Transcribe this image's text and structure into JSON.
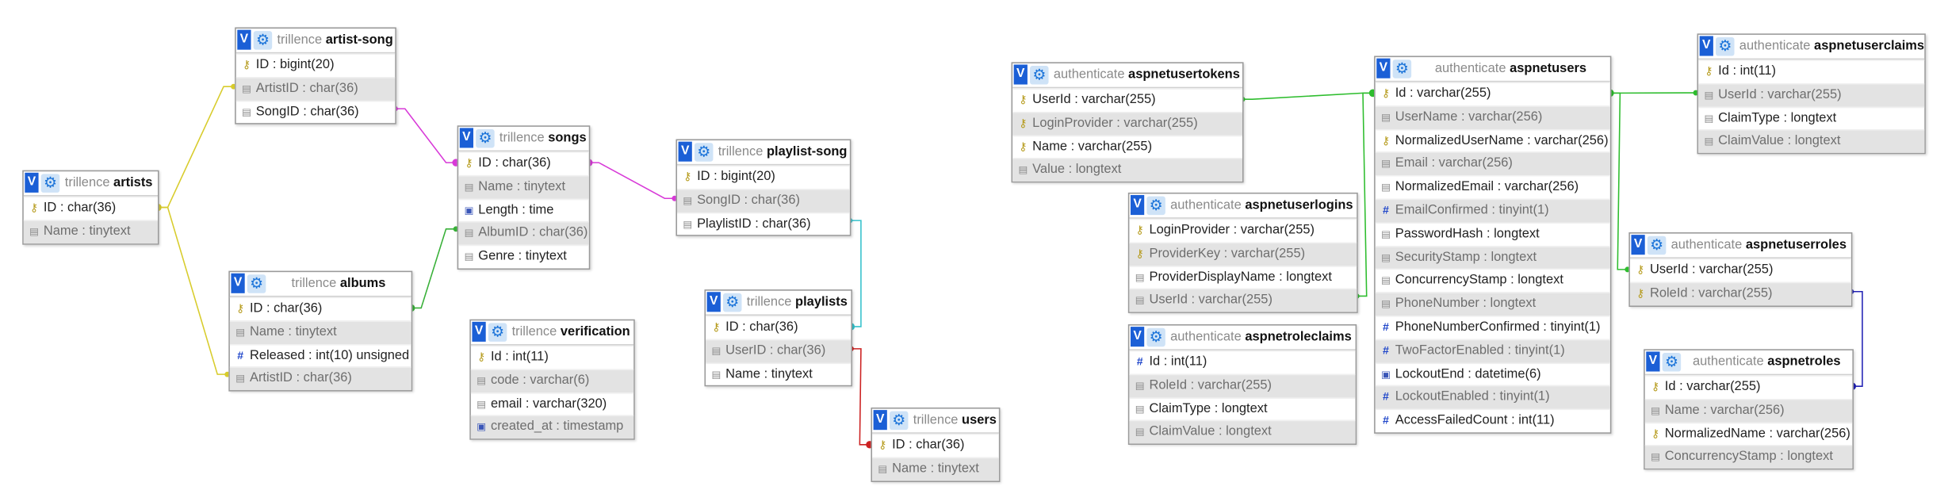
{
  "diagram": {
    "tables": [
      {
        "key": "artists",
        "db": "trillence",
        "name": "artists",
        "columns": [
          {
            "label": "ID : char(36)",
            "icon": "key-icon"
          },
          {
            "label": "Name : tinytext",
            "icon": "text-icon"
          }
        ]
      },
      {
        "key": "artist_song",
        "db": "trillence",
        "name": "artist-song",
        "columns": [
          {
            "label": "ID : bigint(20)",
            "icon": "key-icon"
          },
          {
            "label": "ArtistID : char(36)",
            "icon": "text-icon"
          },
          {
            "label": "SongID : char(36)",
            "icon": "text-icon"
          }
        ]
      },
      {
        "key": "albums",
        "db": "trillence",
        "name": "albums",
        "columns": [
          {
            "label": "ID : char(36)",
            "icon": "key-icon"
          },
          {
            "label": "Name : tinytext",
            "icon": "text-icon"
          },
          {
            "label": "Released : int(10) unsigned",
            "icon": "number-icon"
          },
          {
            "label": "ArtistID : char(36)",
            "icon": "text-icon"
          }
        ]
      },
      {
        "key": "songs",
        "db": "trillence",
        "name": "songs",
        "columns": [
          {
            "label": "ID : char(36)",
            "icon": "key-icon"
          },
          {
            "label": "Name : tinytext",
            "icon": "text-icon"
          },
          {
            "label": "Length : time",
            "icon": "date-icon"
          },
          {
            "label": "AlbumID : char(36)",
            "icon": "text-icon"
          },
          {
            "label": "Genre : tinytext",
            "icon": "text-icon"
          }
        ]
      },
      {
        "key": "verification",
        "db": "trillence",
        "name": "verification",
        "columns": [
          {
            "label": "Id : int(11)",
            "icon": "key-icon"
          },
          {
            "label": "code : varchar(6)",
            "icon": "text-icon"
          },
          {
            "label": "email : varchar(320)",
            "icon": "text-icon"
          },
          {
            "label": "created_at : timestamp",
            "icon": "date-icon"
          }
        ]
      },
      {
        "key": "playlist_song",
        "db": "trillence",
        "name": "playlist-song",
        "columns": [
          {
            "label": "ID : bigint(20)",
            "icon": "key-icon"
          },
          {
            "label": "SongID : char(36)",
            "icon": "text-icon"
          },
          {
            "label": "PlaylistID : char(36)",
            "icon": "text-icon"
          }
        ]
      },
      {
        "key": "playlists",
        "db": "trillence",
        "name": "playlists",
        "columns": [
          {
            "label": "ID : char(36)",
            "icon": "key-icon"
          },
          {
            "label": "UserID : char(36)",
            "icon": "text-icon"
          },
          {
            "label": "Name : tinytext",
            "icon": "text-icon"
          }
        ]
      },
      {
        "key": "users",
        "db": "trillence",
        "name": "users",
        "columns": [
          {
            "label": "ID : char(36)",
            "icon": "key-icon"
          },
          {
            "label": "Name : tinytext",
            "icon": "text-icon"
          }
        ]
      },
      {
        "key": "aspnetusertokens",
        "db": "authenticate",
        "name": "aspnetusertokens",
        "columns": [
          {
            "label": "UserId : varchar(255)",
            "icon": "key-icon"
          },
          {
            "label": "LoginProvider : varchar(255)",
            "icon": "key-icon"
          },
          {
            "label": "Name : varchar(255)",
            "icon": "key-icon"
          },
          {
            "label": "Value : longtext",
            "icon": "text-icon"
          }
        ]
      },
      {
        "key": "aspnetuserlogins",
        "db": "authenticate",
        "name": "aspnetuserlogins",
        "columns": [
          {
            "label": "LoginProvider : varchar(255)",
            "icon": "key-icon"
          },
          {
            "label": "ProviderKey : varchar(255)",
            "icon": "key-icon"
          },
          {
            "label": "ProviderDisplayName : longtext",
            "icon": "text-icon"
          },
          {
            "label": "UserId : varchar(255)",
            "icon": "text-icon"
          }
        ]
      },
      {
        "key": "aspnetroleclaims",
        "db": "authenticate",
        "name": "aspnetroleclaims",
        "columns": [
          {
            "label": "Id : int(11)",
            "icon": "number-icon"
          },
          {
            "label": "RoleId : varchar(255)",
            "icon": "text-icon"
          },
          {
            "label": "ClaimType : longtext",
            "icon": "text-icon"
          },
          {
            "label": "ClaimValue : longtext",
            "icon": "text-icon"
          }
        ]
      },
      {
        "key": "aspnetusers",
        "db": "authenticate",
        "name": "aspnetusers",
        "columns": [
          {
            "label": "Id : varchar(255)",
            "icon": "key-icon"
          },
          {
            "label": "UserName : varchar(256)",
            "icon": "text-icon"
          },
          {
            "label": "NormalizedUserName : varchar(256)",
            "icon": "key-icon"
          },
          {
            "label": "Email : varchar(256)",
            "icon": "text-icon"
          },
          {
            "label": "NormalizedEmail : varchar(256)",
            "icon": "text-icon"
          },
          {
            "label": "EmailConfirmed : tinyint(1)",
            "icon": "number-icon"
          },
          {
            "label": "PasswordHash : longtext",
            "icon": "text-icon"
          },
          {
            "label": "SecurityStamp : longtext",
            "icon": "text-icon"
          },
          {
            "label": "ConcurrencyStamp : longtext",
            "icon": "text-icon"
          },
          {
            "label": "PhoneNumber : longtext",
            "icon": "text-icon"
          },
          {
            "label": "PhoneNumberConfirmed : tinyint(1)",
            "icon": "number-icon"
          },
          {
            "label": "TwoFactorEnabled : tinyint(1)",
            "icon": "number-icon"
          },
          {
            "label": "LockoutEnd : datetime(6)",
            "icon": "date-icon"
          },
          {
            "label": "LockoutEnabled : tinyint(1)",
            "icon": "number-icon"
          },
          {
            "label": "AccessFailedCount : int(11)",
            "icon": "number-icon"
          }
        ]
      },
      {
        "key": "aspnetuserclaims",
        "db": "authenticate",
        "name": "aspnetuserclaims",
        "columns": [
          {
            "label": "Id : int(11)",
            "icon": "key-icon"
          },
          {
            "label": "UserId : varchar(255)",
            "icon": "text-icon"
          },
          {
            "label": "ClaimType : longtext",
            "icon": "text-icon"
          },
          {
            "label": "ClaimValue : longtext",
            "icon": "text-icon"
          }
        ]
      },
      {
        "key": "aspnetuserroles",
        "db": "authenticate",
        "name": "aspnetuserroles",
        "columns": [
          {
            "label": "UserId : varchar(255)",
            "icon": "key-icon"
          },
          {
            "label": "RoleId : varchar(255)",
            "icon": "key-icon"
          }
        ]
      },
      {
        "key": "aspnetroles",
        "db": "authenticate",
        "name": "aspnetroles",
        "columns": [
          {
            "label": "Id : varchar(255)",
            "icon": "key-icon"
          },
          {
            "label": "Name : varchar(256)",
            "icon": "text-icon"
          },
          {
            "label": "NormalizedName : varchar(256)",
            "icon": "key-icon"
          },
          {
            "label": "ConcurrencyStamp : longtext",
            "icon": "text-icon"
          }
        ]
      }
    ],
    "relations": [
      {
        "from": "artist_song",
        "from_col": 1,
        "to": "artists",
        "to_col": 0,
        "color": "#d8cc2c"
      },
      {
        "from": "albums",
        "from_col": 3,
        "to": "artists",
        "to_col": 0,
        "color": "#d8cc2c"
      },
      {
        "from": "artist_song",
        "from_col": 2,
        "to": "songs",
        "to_col": 0,
        "color": "#d83ad8"
      },
      {
        "from": "songs",
        "from_col": 3,
        "to": "albums",
        "to_col": 0,
        "color": "#38b038"
      },
      {
        "from": "playlist_song",
        "from_col": 1,
        "to": "songs",
        "to_col": 0,
        "color": "#d83ad8"
      },
      {
        "from": "playlist_song",
        "from_col": 2,
        "to": "playlists",
        "to_col": 0,
        "color": "#36c2cc"
      },
      {
        "from": "playlists",
        "from_col": 1,
        "to": "users",
        "to_col": 0,
        "color": "#cc2222"
      },
      {
        "from": "aspnetusertokens",
        "from_col": 0,
        "to": "aspnetusers",
        "to_col": 0,
        "color": "#2ebd2e"
      },
      {
        "from": "aspnetuserlogins",
        "from_col": 3,
        "to": "aspnetusers",
        "to_col": 0,
        "color": "#2ebd2e"
      },
      {
        "from": "aspnetuserclaims",
        "from_col": 1,
        "to": "aspnetusers",
        "to_col": 0,
        "color": "#2ebd2e"
      },
      {
        "from": "aspnetuserroles",
        "from_col": 0,
        "to": "aspnetusers",
        "to_col": 0,
        "color": "#2ebd2e"
      },
      {
        "from": "aspnetuserroles",
        "from_col": 1,
        "to": "aspnetroles",
        "to_col": 0,
        "color": "#2323b5"
      }
    ]
  }
}
